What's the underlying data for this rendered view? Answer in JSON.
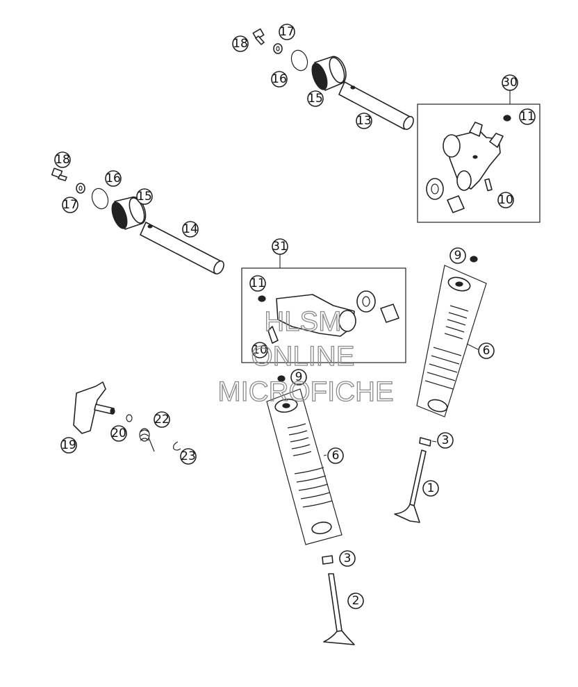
{
  "callouts": [
    {
      "id": "c18a",
      "label": "18"
    },
    {
      "id": "c17a",
      "label": "17"
    },
    {
      "id": "c16a",
      "label": "16"
    },
    {
      "id": "c15a",
      "label": "15"
    },
    {
      "id": "c13",
      "label": "13"
    },
    {
      "id": "c30",
      "label": "30"
    },
    {
      "id": "c11a",
      "label": "11"
    },
    {
      "id": "c10a",
      "label": "10"
    },
    {
      "id": "c18b",
      "label": "18"
    },
    {
      "id": "c16b",
      "label": "16"
    },
    {
      "id": "c17b",
      "label": "17"
    },
    {
      "id": "c15b",
      "label": "15"
    },
    {
      "id": "c14",
      "label": "14"
    },
    {
      "id": "c31",
      "label": "31"
    },
    {
      "id": "c11b",
      "label": "11"
    },
    {
      "id": "c10b",
      "label": "10"
    },
    {
      "id": "c9a",
      "label": "9"
    },
    {
      "id": "c6a",
      "label": "6"
    },
    {
      "id": "c9b",
      "label": "9"
    },
    {
      "id": "c6b",
      "label": "6"
    },
    {
      "id": "c3a",
      "label": "3"
    },
    {
      "id": "c1",
      "label": "1"
    },
    {
      "id": "c19",
      "label": "19"
    },
    {
      "id": "c20",
      "label": "20"
    },
    {
      "id": "c22",
      "label": "22"
    },
    {
      "id": "c23",
      "label": "23"
    },
    {
      "id": "c3b",
      "label": "3"
    },
    {
      "id": "c2",
      "label": "2"
    }
  ],
  "watermark": {
    "line1": "HLSM",
    "line2": "ONLINE",
    "line3": "MICROFICHE"
  }
}
